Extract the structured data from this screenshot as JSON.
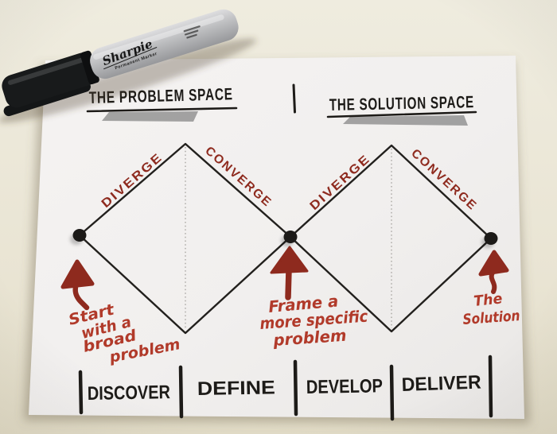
{
  "titles": {
    "problem": "THE PROBLEM SPACE",
    "solution": "THE SOLUTION SPACE"
  },
  "marker": {
    "brand": "Sharpie",
    "type": "Permanent Marker"
  },
  "diamond_labels": {
    "diverge": "DIVERGE",
    "converge": "CONVERGE"
  },
  "annotations": {
    "start": {
      "lines": [
        "Start",
        "with a",
        "broad",
        "problem"
      ]
    },
    "frame": {
      "lines": [
        "Frame a",
        "more specific",
        "problem"
      ]
    },
    "solution": {
      "lines": [
        "The",
        "Solution"
      ]
    }
  },
  "phases": [
    {
      "label": "DISCOVER"
    },
    {
      "label": "DEFINE"
    },
    {
      "label": "DEVELOP"
    },
    {
      "label": "DELIVER"
    }
  ],
  "colors": {
    "table": "#e9e4d3",
    "paper": "#f3f1f0",
    "black_ink": "#1d1b18",
    "red_ink_dark": "#8e2a1e",
    "red_ink_bright": "#b13a2a",
    "smudge_gray": "#8d8d8d",
    "marker_body_gray": "#bcbdbf"
  }
}
